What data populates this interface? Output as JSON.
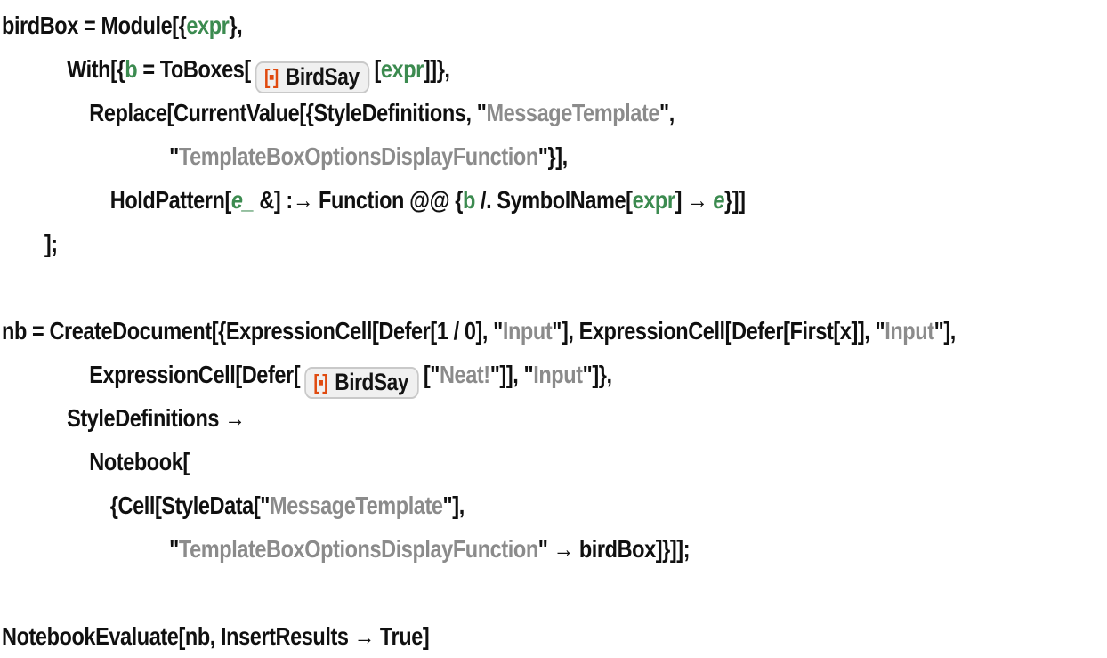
{
  "colors": {
    "code": "#101010",
    "local_variable": "#3c8b50",
    "string": "#8b8b8b",
    "badge_background": "#f0f0f0",
    "badge_border": "#c9c9c9",
    "badge_icon": "#e04a0f",
    "background": "#ffffff"
  },
  "badge": {
    "label": "BirdSay",
    "icon_glyph": "[▪]",
    "icon_name": "resource-function-icon"
  },
  "code_lines": [
    {
      "indent": 0,
      "segments": [
        {
          "style": "k",
          "text": "birdBox = Module[{"
        },
        {
          "style": "g",
          "text": "expr"
        },
        {
          "style": "k",
          "text": "},"
        }
      ]
    },
    {
      "indent": 73,
      "segments": [
        {
          "style": "k",
          "text": "With[{"
        },
        {
          "style": "g",
          "text": "b"
        },
        {
          "style": "k",
          "text": " = ToBoxes["
        },
        {
          "style": "badge"
        },
        {
          "style": "k",
          "text": "["
        },
        {
          "style": "g",
          "text": "expr"
        },
        {
          "style": "k",
          "text": "]]},"
        }
      ]
    },
    {
      "indent": 98,
      "segments": [
        {
          "style": "k",
          "text": "Replace[CurrentValue[{StyleDefinitions, \""
        },
        {
          "style": "s",
          "text": "MessageTemplate"
        },
        {
          "style": "k",
          "text": "\","
        }
      ]
    },
    {
      "indent": 188,
      "segments": [
        {
          "style": "k",
          "text": "\""
        },
        {
          "style": "s",
          "text": "TemplateBoxOptionsDisplayFunction"
        },
        {
          "style": "k",
          "text": "\"}],"
        }
      ]
    },
    {
      "indent": 122,
      "segments": [
        {
          "style": "k",
          "text": "HoldPattern["
        },
        {
          "style": "gi",
          "text": "e_"
        },
        {
          "style": "k",
          "text": " &] :→ Function @@ {"
        },
        {
          "style": "g",
          "text": "b"
        },
        {
          "style": "k",
          "text": " /. SymbolName["
        },
        {
          "style": "g",
          "text": "expr"
        },
        {
          "style": "k",
          "text": "] → "
        },
        {
          "style": "gi",
          "text": "e"
        },
        {
          "style": "k",
          "text": "}]]"
        }
      ]
    },
    {
      "indent": 48,
      "segments": [
        {
          "style": "k",
          "text": "];"
        }
      ]
    },
    {
      "blank": true
    },
    {
      "indent": 0,
      "segments": [
        {
          "style": "k",
          "text": "nb = CreateDocument[{ExpressionCell[Defer[1 / 0], \""
        },
        {
          "style": "s",
          "text": "Input"
        },
        {
          "style": "k",
          "text": "\"], ExpressionCell[Defer[First[x]], \""
        },
        {
          "style": "s",
          "text": "Input"
        },
        {
          "style": "k",
          "text": "\"],"
        }
      ]
    },
    {
      "indent": 98,
      "segments": [
        {
          "style": "k",
          "text": "ExpressionCell[Defer["
        },
        {
          "style": "badge"
        },
        {
          "style": "k",
          "text": "[\""
        },
        {
          "style": "s",
          "text": "Neat!"
        },
        {
          "style": "k",
          "text": "\"]], \""
        },
        {
          "style": "s",
          "text": "Input"
        },
        {
          "style": "k",
          "text": "\"]},"
        }
      ]
    },
    {
      "indent": 73,
      "segments": [
        {
          "style": "k",
          "text": "StyleDefinitions →"
        }
      ]
    },
    {
      "indent": 98,
      "segments": [
        {
          "style": "k",
          "text": "Notebook["
        }
      ]
    },
    {
      "indent": 122,
      "segments": [
        {
          "style": "k",
          "text": "{Cell[StyleData[\""
        },
        {
          "style": "s",
          "text": "MessageTemplate"
        },
        {
          "style": "k",
          "text": "\"],"
        }
      ]
    },
    {
      "indent": 188,
      "segments": [
        {
          "style": "k",
          "text": "\""
        },
        {
          "style": "s",
          "text": "TemplateBoxOptionsDisplayFunction"
        },
        {
          "style": "k",
          "text": "\" → birdBox]}]];"
        }
      ]
    },
    {
      "blank": true
    },
    {
      "indent": 0,
      "segments": [
        {
          "style": "k",
          "text": "NotebookEvaluate[nb, InsertResults → True]"
        }
      ]
    }
  ]
}
